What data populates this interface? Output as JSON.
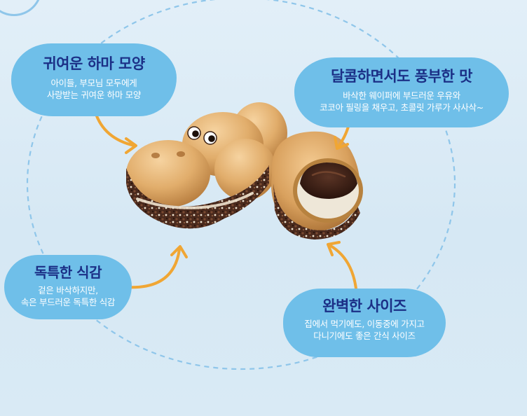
{
  "callouts": {
    "shape": {
      "title": "귀여운 하마 모양",
      "desc_line1": "아이들, 부모님 모두에게",
      "desc_line2": "사랑받는 귀여운 하마 모양"
    },
    "taste": {
      "title": "달콤하면서도 풍부한 맛",
      "desc_line1": "바삭한 웨이퍼에 부드러운 우유와",
      "desc_line2": "코코아 필링을 채우고, 초콜릿 가루가 사사삭~"
    },
    "texture": {
      "title": "독특한 식감",
      "desc_line1": "겉은 바삭하지만,",
      "desc_line2": "속은 부드러운 독특한 식감"
    },
    "size": {
      "title": "완벽한 사이즈",
      "desc_line1": "집에서 먹기에도, 이동중에 가지고",
      "desc_line2": "다니기에도 좋은 간식 사이즈"
    }
  },
  "colors": {
    "background": "#dcecf7",
    "bubble": "#6fbfe9",
    "title_text": "#1b2f86",
    "desc_text": "#ffffff",
    "arrow": "#f0a634",
    "dashed_circle": "#8fc6ea",
    "wafer": "#e1ad6b",
    "chocolate": "#3b2117",
    "cream": "#eee7d8"
  },
  "icons": [
    "curved-arrow-icon",
    "hippo-snack-image",
    "filled-snack-image"
  ]
}
